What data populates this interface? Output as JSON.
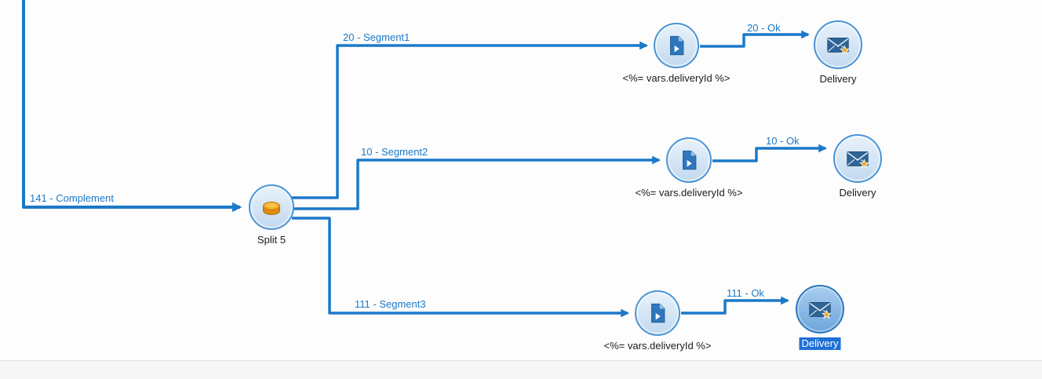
{
  "colors": {
    "connector": "#1b79c8",
    "transition_label": "#1b79c8",
    "node_border": "#4a94d6",
    "node_fill": "#cfe0f1",
    "selected_node_fill": "#6ea6dc",
    "selection_highlight": "#1e70d6"
  },
  "diagram": {
    "transitions": [
      {
        "id": "complement",
        "label": "141 - Complement",
        "to": "split-5"
      },
      {
        "id": "segment1",
        "label": "20 - Segment1",
        "from": "split-5",
        "to": "js-code-1"
      },
      {
        "id": "ok-1",
        "label": "20 - Ok",
        "from": "js-code-1",
        "to": "delivery-1"
      },
      {
        "id": "segment2",
        "label": "10 - Segment2",
        "from": "split-5",
        "to": "js-code-2"
      },
      {
        "id": "ok-2",
        "label": "10 - Ok",
        "from": "js-code-2",
        "to": "delivery-2"
      },
      {
        "id": "segment3",
        "label": "111 - Segment3",
        "from": "split-5",
        "to": "js-code-3"
      },
      {
        "id": "ok-3",
        "label": "111 - Ok",
        "from": "js-code-3",
        "to": "delivery-3"
      }
    ],
    "nodes": [
      {
        "id": "split-5",
        "type": "split",
        "icon": "split-coins-icon",
        "label": "Split 5",
        "selected": false
      },
      {
        "id": "js-code-1",
        "type": "js-code",
        "icon": "code-file-icon",
        "label": "<%= vars.deliveryId %>",
        "selected": false
      },
      {
        "id": "delivery-1",
        "type": "delivery",
        "icon": "delivery-envelope-star-icon",
        "label": "Delivery",
        "selected": false
      },
      {
        "id": "js-code-2",
        "type": "js-code",
        "icon": "code-file-icon",
        "label": "<%= vars.deliveryId %>",
        "selected": false
      },
      {
        "id": "delivery-2",
        "type": "delivery",
        "icon": "delivery-envelope-star-icon",
        "label": "Delivery",
        "selected": false
      },
      {
        "id": "js-code-3",
        "type": "js-code",
        "icon": "code-file-icon",
        "label": "<%= vars.deliveryId %>",
        "selected": false
      },
      {
        "id": "delivery-3",
        "type": "delivery",
        "icon": "delivery-envelope-star-icon",
        "label": "Delivery",
        "selected": true
      }
    ]
  }
}
